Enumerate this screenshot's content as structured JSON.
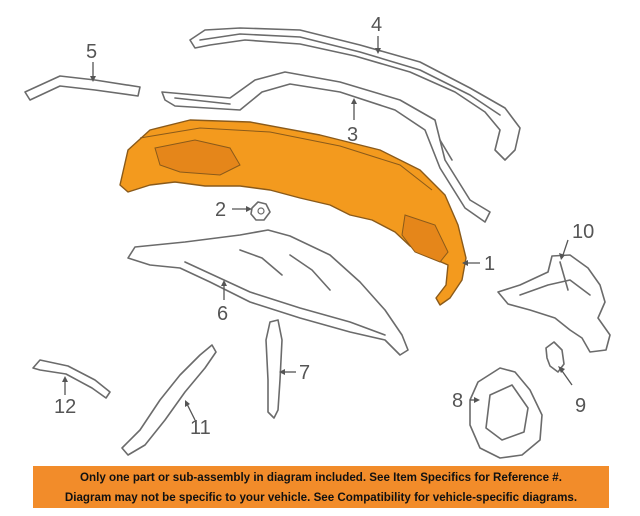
{
  "callouts": {
    "c1": "1",
    "c2": "2",
    "c3": "3",
    "c4": "4",
    "c5": "5",
    "c6": "6",
    "c7": "7",
    "c8": "8",
    "c9": "9",
    "c10": "10",
    "c11": "11",
    "c12": "12"
  },
  "disclaimer": {
    "line1": "Only one part or sub-assembly in diagram included. See Item Specifics for Reference #.",
    "line2": "Diagram may not be specific to your vehicle. See Compatibility for vehicle-specific diagrams."
  },
  "colors": {
    "highlight_part": "#f39a1e",
    "banner": "#f28c2a",
    "line_art": "#6b6b6b"
  }
}
